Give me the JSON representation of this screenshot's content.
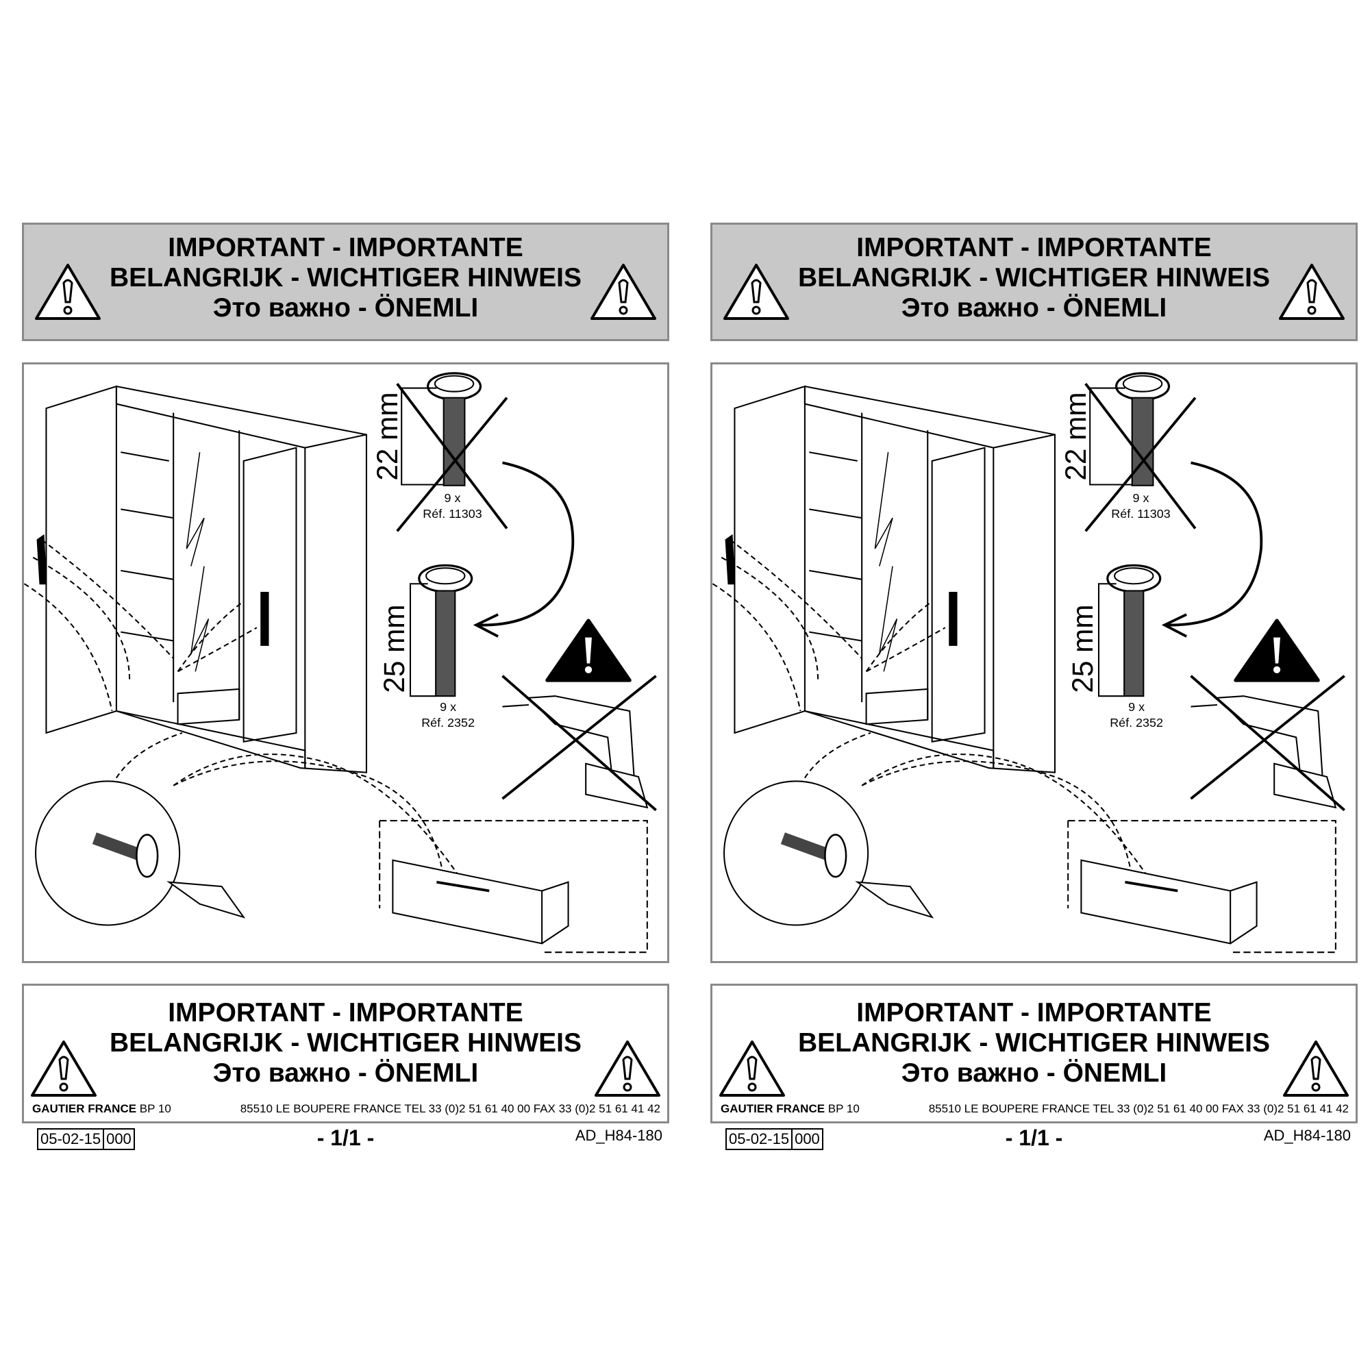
{
  "pages": [
    {
      "header": {
        "line1": "IMPORTANT - IMPORTANTE",
        "line2": "BELANGRIJK - WICHTIGER HINWEIS",
        "line3": "Это важно - ÖNEMLI"
      },
      "drawing": {
        "old_screw": {
          "length": "22 mm",
          "qty": "9 x",
          "ref": "Réf. 11303"
        },
        "new_screw": {
          "length": "25 mm",
          "qty": "9 x",
          "ref": "Réf. 2352"
        }
      },
      "footer": {
        "line1": "IMPORTANT - IMPORTANTE",
        "line2": "BELANGRIJK - WICHTIGER HINWEIS",
        "line3": "Это важно - ÖNEMLI",
        "company": "GAUTIER FRANCE",
        "bp": "BP 10",
        "address": "85510 LE BOUPERE FRANCE TEL 33 (0)2 51 61 40 00 FAX 33 (0)2 51 61 41 42"
      },
      "date": "05-02-15",
      "date_code": "000",
      "page_number": "- 1/1 -",
      "doc_ref": "AD_H84-180"
    },
    {
      "header": {
        "line1": "IMPORTANT - IMPORTANTE",
        "line2": "BELANGRIJK - WICHTIGER HINWEIS",
        "line3": "Это важно - ÖNEMLI"
      },
      "drawing": {
        "old_screw": {
          "length": "22 mm",
          "qty": "9 x",
          "ref": "Réf. 11303"
        },
        "new_screw": {
          "length": "25 mm",
          "qty": "9 x",
          "ref": "Réf. 2352"
        }
      },
      "footer": {
        "line1": "IMPORTANT - IMPORTANTE",
        "line2": "BELANGRIJK - WICHTIGER HINWEIS",
        "line3": "Это важно - ÖNEMLI",
        "company": "GAUTIER FRANCE",
        "bp": "BP 10",
        "address": "85510 LE BOUPERE FRANCE TEL 33 (0)2 51 61 40 00 FAX 33 (0)2 51 61 41 42"
      },
      "date": "05-02-15",
      "date_code": "000",
      "page_number": "- 1/1 -",
      "doc_ref": "AD_H84-180"
    }
  ]
}
